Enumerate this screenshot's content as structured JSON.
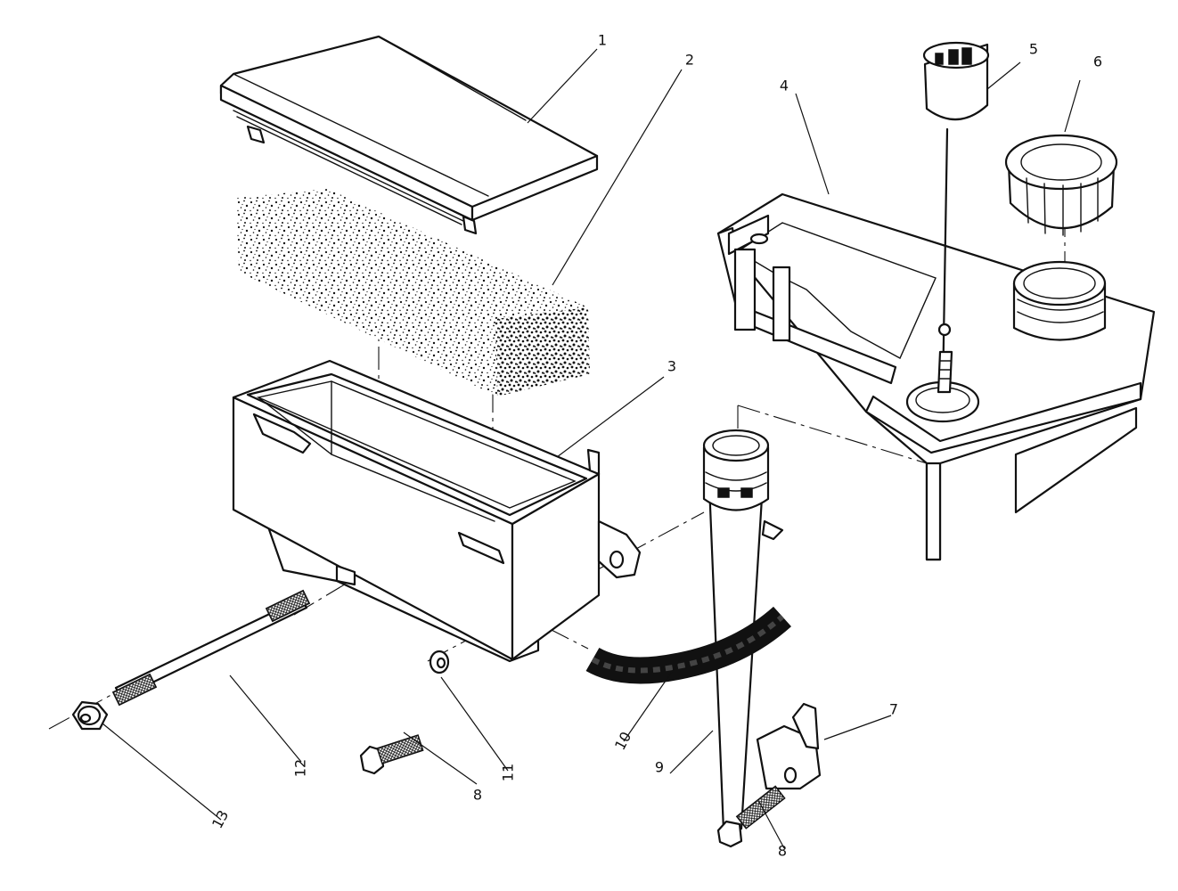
{
  "diagram": {
    "callouts": [
      "1",
      "2",
      "3",
      "4",
      "5",
      "6",
      "7",
      "8",
      "9",
      "10",
      "11",
      "12",
      "13"
    ],
    "colors": {
      "line": "#111111",
      "paper": "#ffffff"
    }
  }
}
